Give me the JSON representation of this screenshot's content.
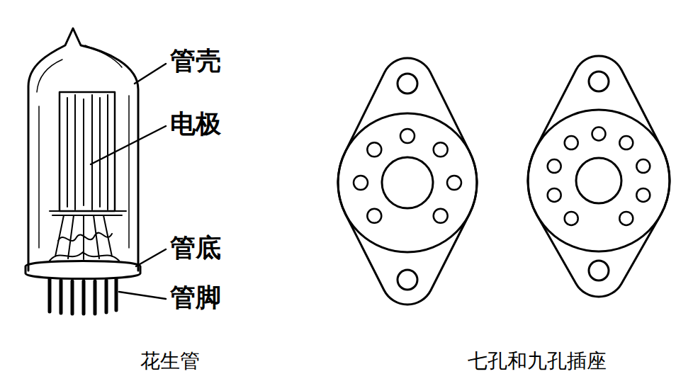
{
  "diagram": {
    "labels": [
      "管壳",
      "电极",
      "管底",
      "管脚",
      "花生管",
      "七孔和九孔插座"
    ]
  }
}
